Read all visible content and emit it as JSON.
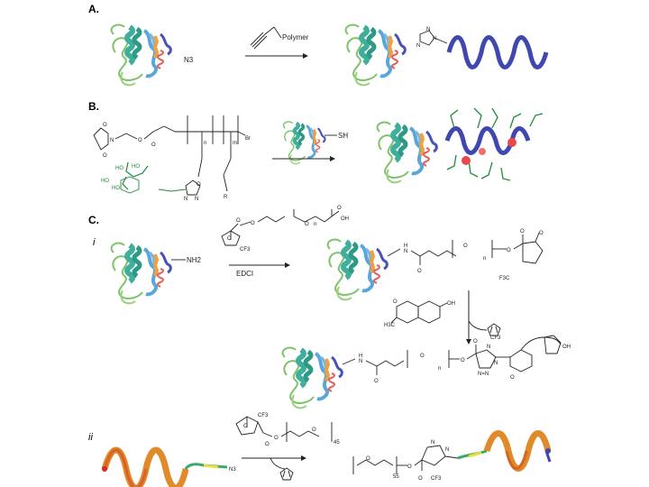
{
  "panels": {
    "a": {
      "label": "A.",
      "reagent": "Polymer",
      "azide": "N3"
    },
    "b": {
      "label": "B.",
      "thiol": "SH",
      "subscript_n": "n",
      "subscript_m": "m",
      "br": "Br",
      "r_group": "R",
      "ho_labels": [
        "HO",
        "HO",
        "HO",
        "HO"
      ]
    },
    "c": {
      "label": "C.",
      "sub_i": "i",
      "sub_ii": "ii",
      "amine": "NH2",
      "coupling_reagent": "EDCI",
      "cf3": "CF3",
      "f3c": "F3C",
      "oh": "OH",
      "h3c": "H3C",
      "subscript_n": "n",
      "ii_n3": "N3",
      "ii_peg_sub": "45",
      "ii_product_sub": "55"
    }
  },
  "colors": {
    "protein_green": "#7cc36a",
    "protein_teal": "#3fae9a",
    "protein_blue": "#5aa6d8",
    "protein_orange": "#f0a040",
    "protein_red": "#e0605a",
    "protein_purple": "#4a50b8",
    "polymer_blue": "#4048b0",
    "glyco_green": "#1f8a3c",
    "sphere_red": "#e84a4a"
  },
  "icons": [
    "protein-ribbon-icon",
    "polymer-helix-icon",
    "triazole-icon",
    "furan-icon",
    "helical-peptide-icon"
  ]
}
